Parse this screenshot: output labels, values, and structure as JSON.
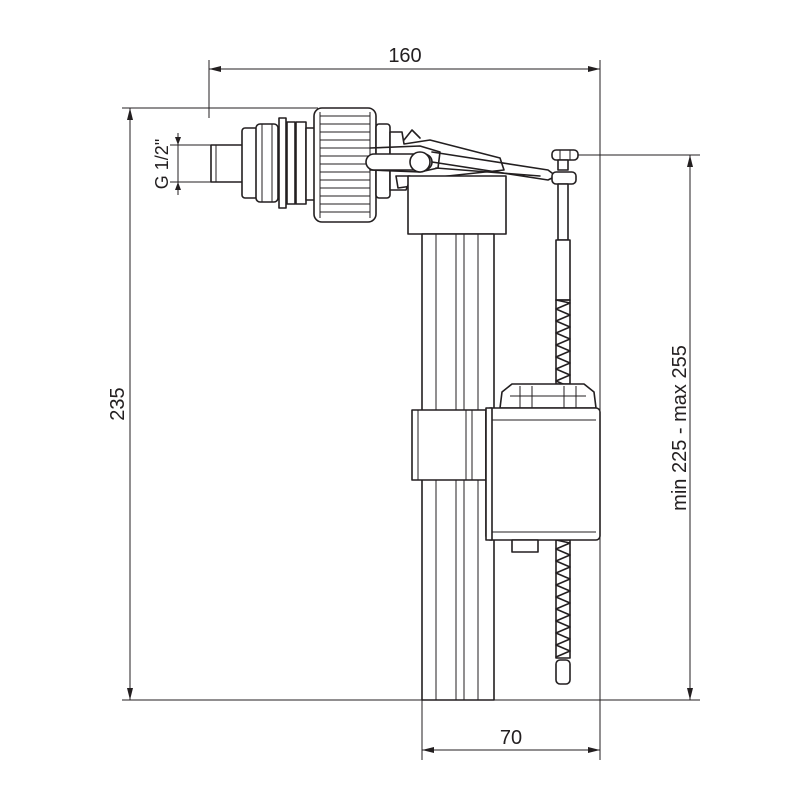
{
  "dimensions": {
    "width_total": "160",
    "height_total": "235",
    "height_range": "min 225 - max 255",
    "base_width": "70",
    "thread": "G 1/2\""
  },
  "colors": {
    "line": "#231f20",
    "background": "#ffffff"
  }
}
